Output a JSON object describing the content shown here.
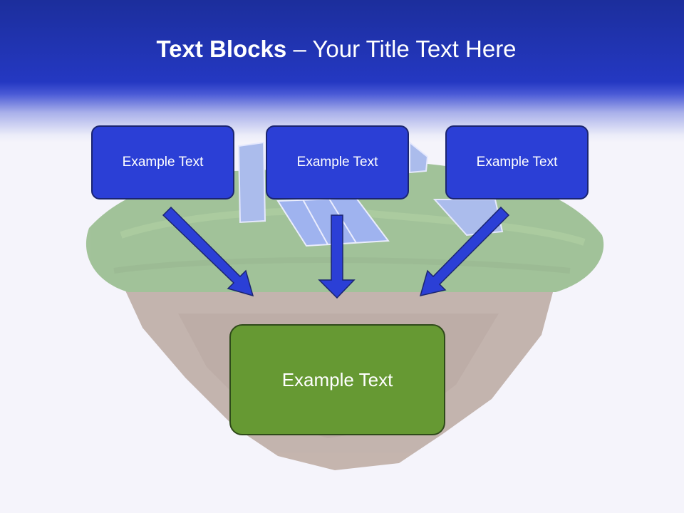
{
  "slide": {
    "title_bold": "Text Blocks",
    "title_dash": "–",
    "title_rest": "Your Title Text Here"
  },
  "diagram": {
    "top_boxes": [
      {
        "label": "Example Text"
      },
      {
        "label": "Example Text"
      },
      {
        "label": "Example Text"
      }
    ],
    "result_box": {
      "label": "Example Text"
    }
  },
  "colors": {
    "header_blue": "#2438c2",
    "box_blue": "#2b3fd6",
    "result_green": "#669933",
    "arrow_blue": "#2b3fd6"
  },
  "background_image": "grass-island-with-solar-panels"
}
